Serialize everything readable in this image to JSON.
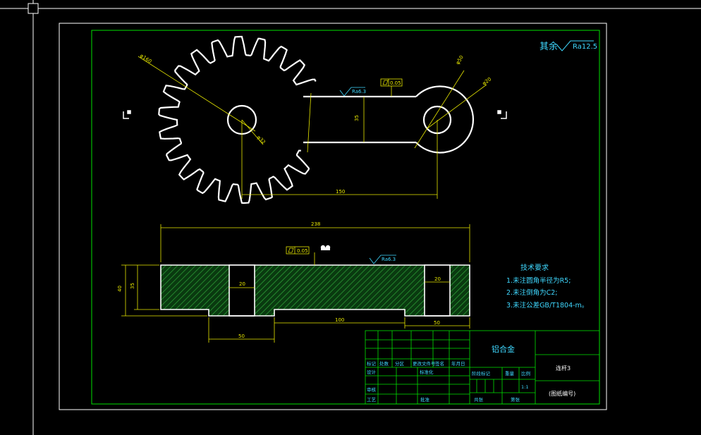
{
  "colors": {
    "background": "#000000",
    "frame_outer": "#ffffff",
    "frame_inner": "#00e000",
    "outline": "#ffffff",
    "dimension": "#e8e800",
    "annotation": "#3fd8ff",
    "hatch": "#1c8f2a"
  },
  "surface": {
    "rest_label": "其余",
    "rest_value": "Ra12.5",
    "top_finish": "Ra6.3",
    "front_finish": "Ra6.3"
  },
  "tolerances": {
    "parallel": "0.05",
    "flatness": "0.05"
  },
  "dimensions": {
    "gear_od": "φ160",
    "gear_bore": "φ32",
    "hub_od": "φ50",
    "hub_bore": "φ20",
    "arm_width": "35",
    "center_distance": "150",
    "overall_length": "238",
    "height_total": "40",
    "height_inner": "35",
    "slot1": "20",
    "slot2": "20",
    "step_left": "50",
    "step_mid": "100",
    "step_right": "50"
  },
  "requirements": {
    "title": "技术要求",
    "items": [
      "1.未注圆角半径为R5;",
      "2.未注倒角为C2;",
      "3.未注公差GB/T1804-m。"
    ]
  },
  "title_block": {
    "material": "铝合金",
    "part_name": "连杆3",
    "drawing_number": "(图纸编号)",
    "scale": "1:1",
    "row_labels": [
      "标记",
      "处数",
      "分区",
      "更改文件号",
      "签名",
      "年月日"
    ],
    "design": "设计",
    "standardize": "标准化",
    "review": "审核",
    "process": "工艺",
    "approve": "批准",
    "stage_label": "阶段标记",
    "weight": "重量",
    "ratio": "比例",
    "sheets_total": "共张",
    "sheet_no": "第张"
  }
}
